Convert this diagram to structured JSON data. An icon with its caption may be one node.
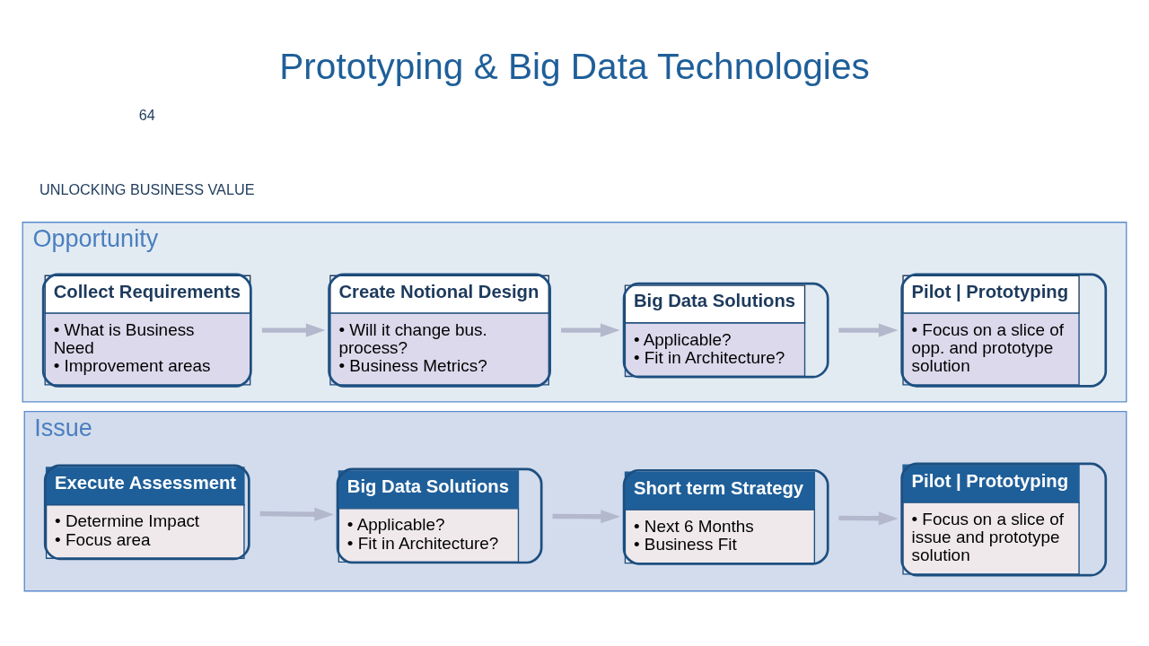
{
  "diagram": {
    "title": "Prototyping & Big Data Technologies",
    "nodes": [
      {
        "text": [
          "Issue"
        ]
      },
      {
        "text": [
          "Execute Assessment",
          "• Determine Impact",
          "• Focus area"
        ],
        "in": 0
      },
      {
        "text": [
          "Big Data Solutions",
          "• Applicable?",
          "• Fit in Architecture?"
        ],
        "in": 0
      },
      {
        "text": [
          "Short term Strategy",
          "• Next 6 Months",
          "• Business Fit"
        ],
        "in": 0
      },
      {
        "text": [
          "Pilot | Prototyping",
          "• Focus on a slice of issue and prototype solution"
        ],
        "in": 0
      },
      {
        "text": [
          "Opportunity"
        ]
      },
      {
        "text": [
          "Collect Requirements",
          "• What is Business Need",
          "• Improvement areas"
        ],
        "in": 5
      },
      {
        "text": [
          "Create Notional Design",
          "• Will it change bus. process?",
          "• Business Metrics?"
        ],
        "in": 5
      },
      {
        "text": [
          "Big Data Solutions",
          "• Applicable?",
          "• Fit in Architecture?"
        ],
        "in": 5
      },
      {
        "text": [
          "Pilot | Prototyping",
          "• Focus on a slice of opp. and prototype solution"
        ],
        "in": 5
      }
    ],
    "edges": [
      {
        "from": 1,
        "to": 2,
        "arrow": "to"
      },
      {
        "from": 2,
        "to": 3,
        "arrow": "to"
      },
      {
        "from": 3,
        "to": 4,
        "arrow": "to"
      },
      {
        "from": 6,
        "to": 7,
        "arrow": "to"
      },
      {
        "from": 7,
        "to": 8,
        "arrow": "to"
      },
      {
        "from": 8,
        "to": 9,
        "arrow": "to"
      }
    ],
    "labels": [
      "UNLOCKING BUSINESS VALUE",
      "64"
    ]
  }
}
